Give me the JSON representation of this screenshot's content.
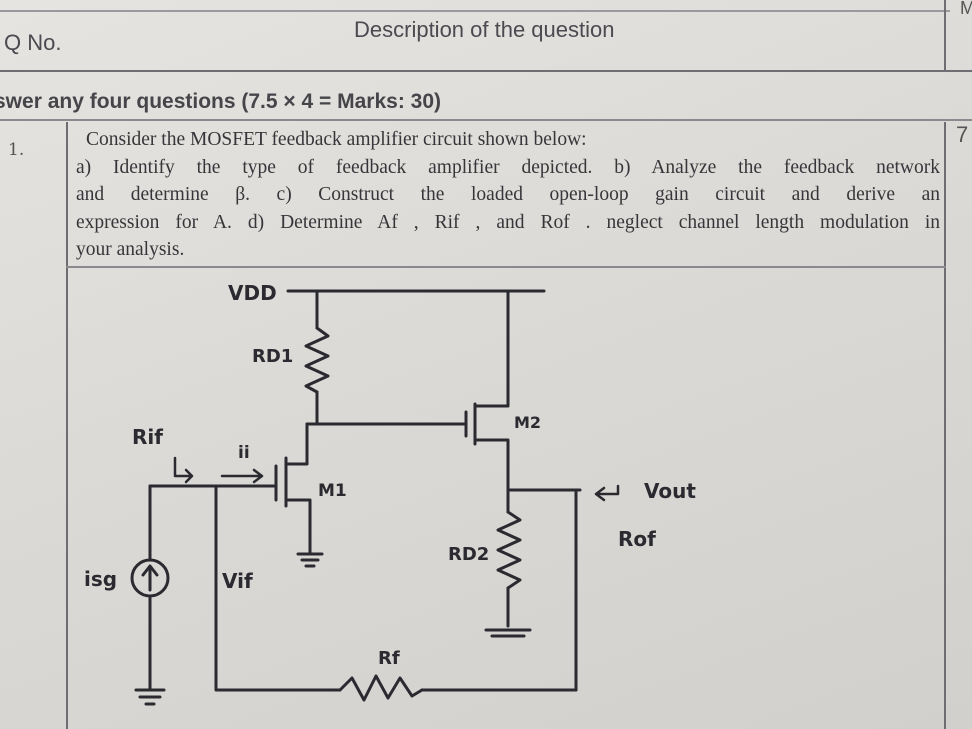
{
  "header": {
    "qno_label": "No.",
    "description_label": "Description of the question",
    "corner_label": "M"
  },
  "section_title": "swer any four questions (7.5 × 4 = Marks: 30)",
  "question": {
    "number": "1.",
    "marks": "7",
    "lines": [
      "Consider the MOSFET feedback amplifier circuit shown below:",
      "a) Identify the type of feedback amplifier depicted. b) Analyze the feedback network",
      "and determine β.  c) Construct the loaded open-loop gain circuit and derive an",
      "expression for A. d) Determine Af , Rif , and Rof . neglect channel length modulation in",
      "your analysis."
    ]
  },
  "circuit": {
    "labels": {
      "vdd": "VDD",
      "rd1": "RD1",
      "m1": "M1",
      "m2": "M2",
      "rif": "Rif",
      "ii": "ii",
      "vif": "Vif",
      "is": "isg",
      "rd2": "RD2",
      "vout": "Vout",
      "rof": "Rof",
      "rf": "Rf"
    }
  }
}
